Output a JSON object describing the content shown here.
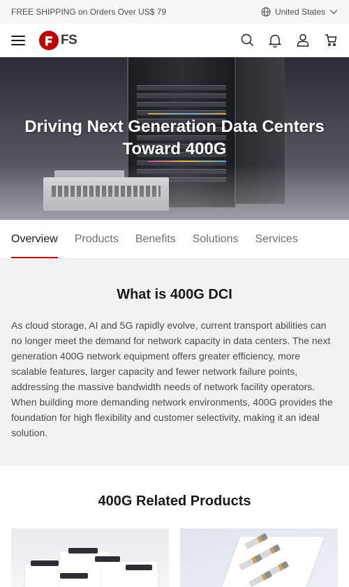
{
  "topbar": {
    "shipping_text": "FREE SHIPPING on Orders Over US$ 79",
    "region_label": "United States"
  },
  "header": {
    "logo_text": "FS",
    "icons": [
      "menu-icon",
      "search-icon",
      "bell-icon",
      "user-icon",
      "cart-icon"
    ]
  },
  "hero": {
    "title": "Driving Next Generation Data Centers Toward 400G"
  },
  "tabs": [
    {
      "label": "Overview",
      "active": true
    },
    {
      "label": "Products",
      "active": false
    },
    {
      "label": "Benefits",
      "active": false
    },
    {
      "label": "Solutions",
      "active": false
    },
    {
      "label": "Services",
      "active": false
    }
  ],
  "what": {
    "title": "What is 400G DCI",
    "body": "As cloud storage, AI and 5G rapidly evolve, current transport abilities can no longer meet the demand for network capacity in data centers. The next generation 400G network equipment offers greater efficiency, more scalable features, larger capacity and fewer network failure points, addressing the massive bandwidth needs of network facility operators. When building more demanding network environments, 400G provides the foundation for high flexibility and customer selectivity, making it an ideal solution."
  },
  "related": {
    "title": "400G Related Products"
  },
  "colors": {
    "brand_red": "#c00000",
    "text_dark": "#19191a",
    "text_gray": "#4b4b4d",
    "section_bg": "#f2f2f2"
  }
}
